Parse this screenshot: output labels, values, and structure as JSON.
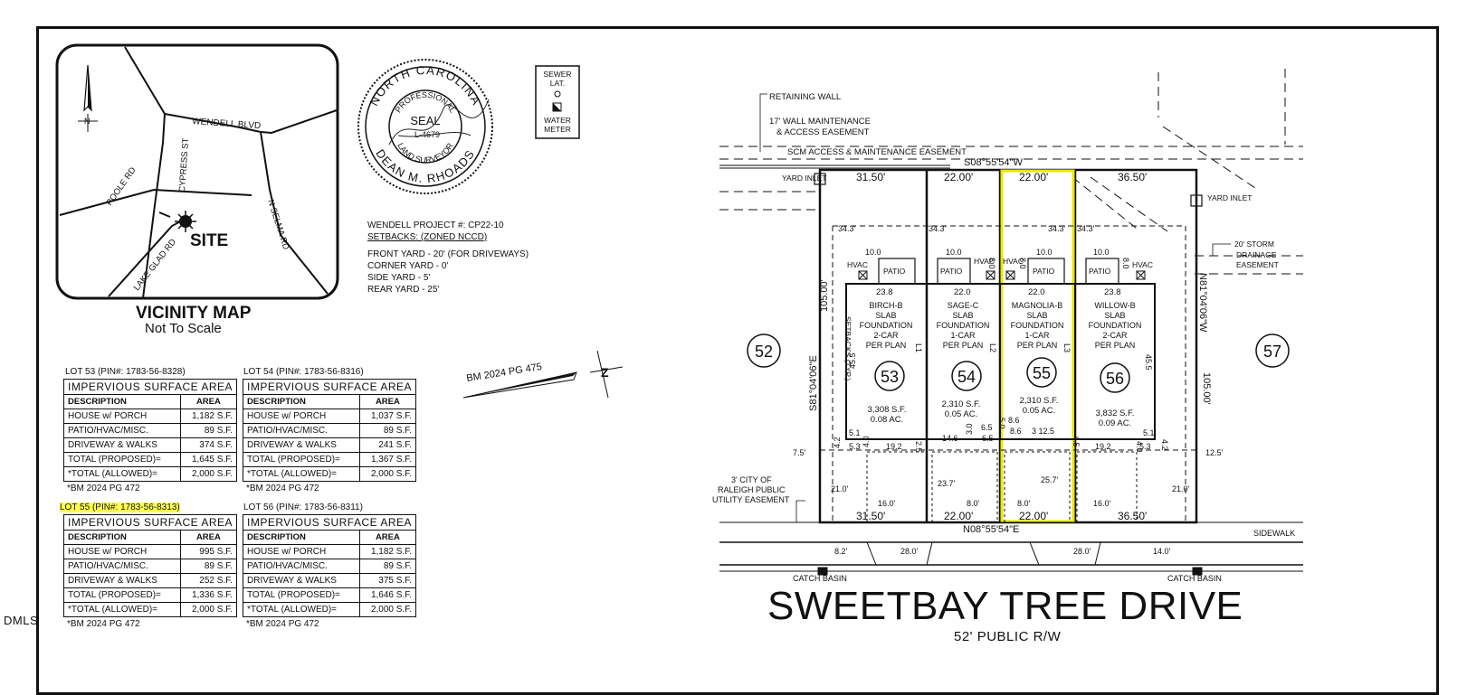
{
  "vicinity_map": {
    "roads": [
      "WENDELL BLVD",
      "POOLE RD",
      "CYPRESS ST",
      "N SELMA RD",
      "LAKE GLAD RD"
    ],
    "site_label": "SITE",
    "north_symbol": "N",
    "title": "VICINITY MAP",
    "subtitle": "Not To Scale"
  },
  "seal": {
    "ring_top": "NORTH CAROLINA",
    "ring_bottom": "DEAN M. RHOADS",
    "inner_top": "PROFESSIONAL",
    "center": "SEAL",
    "number": "L-4679",
    "inner_bottom": "LAND SURVEYOR"
  },
  "legend": {
    "sewer": "SEWER",
    "lat": "LAT.",
    "water": "WATER",
    "meter": "METER"
  },
  "project": {
    "project_number": "WENDELL PROJECT #: CP22-10",
    "setbacks_title": "SETBACKS: (ZONED NCCD)",
    "front": "FRONT YARD - 20' (FOR DRIVEWAYS)",
    "corner": "CORNER YARD - 0'",
    "side": "SIDE YARD - 5'",
    "rear": "REAR YARD - 25'"
  },
  "bm_label": "BM 2024 PG 475",
  "tables": [
    {
      "caption": "LOT 53 (PIN#: 1783-56-8328)",
      "title": "IMPERVIOUS SURFACE AREA",
      "col_desc": "DESCRIPTION",
      "col_area": "AREA",
      "rows": [
        [
          "HOUSE w/ PORCH",
          "1,182 S.F."
        ],
        [
          "PATIO/HVAC/MISC.",
          "89 S.F."
        ],
        [
          "DRIVEWAY & WALKS",
          "374 S.F."
        ]
      ],
      "totals": [
        [
          "TOTAL (PROPOSED)=",
          "1,645 S.F."
        ],
        [
          "*TOTAL (ALLOWED)=",
          "2,000 S.F."
        ]
      ],
      "footnote": "*BM 2024 PG 472",
      "highlight": false
    },
    {
      "caption": "LOT 54 (PIN#: 1783-56-8316)",
      "title": "IMPERVIOUS SURFACE AREA",
      "col_desc": "DESCRIPTION",
      "col_area": "AREA",
      "rows": [
        [
          "HOUSE w/ PORCH",
          "1,037 S.F."
        ],
        [
          "PATIO/HVAC/MISC.",
          "89 S.F."
        ],
        [
          "DRIVEWAY & WALKS",
          "241 S.F."
        ]
      ],
      "totals": [
        [
          "TOTAL (PROPOSED)=",
          "1,367 S.F."
        ],
        [
          "*TOTAL (ALLOWED)=",
          "2,000 S.F."
        ]
      ],
      "footnote": "*BM 2024 PG 472",
      "highlight": false
    },
    {
      "caption": "LOT 55 (PIN#: 1783-56-8313)",
      "title": "IMPERVIOUS SURFACE AREA",
      "col_desc": "DESCRIPTION",
      "col_area": "AREA",
      "rows": [
        [
          "HOUSE w/ PORCH",
          "995 S.F."
        ],
        [
          "PATIO/HVAC/MISC.",
          "89 S.F."
        ],
        [
          "DRIVEWAY & WALKS",
          "252 S.F."
        ]
      ],
      "totals": [
        [
          "TOTAL (PROPOSED)=",
          "1,336 S.F."
        ],
        [
          "*TOTAL (ALLOWED)=",
          "2,000 S.F."
        ]
      ],
      "footnote": "*BM 2024 PG 472",
      "highlight": true
    },
    {
      "caption": "LOT 56 (PIN#: 1783-56-8311)",
      "title": "IMPERVIOUS SURFACE AREA",
      "col_desc": "DESCRIPTION",
      "col_area": "AREA",
      "rows": [
        [
          "HOUSE w/ PORCH",
          "1,182 S.F."
        ],
        [
          "PATIO/HVAC/MISC.",
          "89 S.F."
        ],
        [
          "DRIVEWAY & WALKS",
          "375 S.F."
        ]
      ],
      "totals": [
        [
          "TOTAL (PROPOSED)=",
          "1,646 S.F."
        ],
        [
          "*TOTAL (ALLOWED)=",
          "2,000 S.F."
        ]
      ],
      "footnote": "*BM 2024 PG 472",
      "highlight": false
    }
  ],
  "plat": {
    "retaining_wall": "RETAINING WALL",
    "wall_easement_1": "17' WALL MAINTENANCE",
    "wall_easement_2": "& ACCESS EASEMENT",
    "scm_easement": "SCM ACCESS & MAINTENANCE EASEMENT",
    "rear_bearing": "S08°55'54\"W",
    "front_bearing": "N08°55'54\"E",
    "left_bearing": "S81°04'06\"E",
    "right_bearing": "N81°04'06\"W",
    "side_length": "105.00'",
    "yard_inlet": "YARD INLET",
    "storm_easement_1": "20' STORM",
    "storm_easement_2": "DRAINAGE",
    "storm_easement_3": "EASEMENT",
    "utility_easement_1": "3' CITY OF",
    "utility_easement_2": "RALEIGH PUBLIC",
    "utility_easement_3": "UTILITY EASEMENT",
    "setbacks_typ": "SETBACKS (TYP.)",
    "sidewalk": "SIDEWALK",
    "catch_basin": "CATCH BASIN",
    "street": "SWEETBAY TREE DRIVE",
    "right_of_way": "52' PUBLIC R/W",
    "neighbor_left": "52",
    "neighbor_right": "57",
    "lots": [
      {
        "num": "53",
        "plan": [
          "BIRCH-B",
          "SLAB",
          "FOUNDATION",
          "2-CAR",
          "PER PLAN"
        ],
        "area": "3,308 S.F.",
        "ac": "0.08 AC.",
        "rear": "31.50'",
        "front": "31.50'",
        "width": "23.8",
        "line": "L1"
      },
      {
        "num": "54",
        "plan": [
          "SAGE-C",
          "SLAB",
          "FOUNDATION",
          "1-CAR",
          "PER PLAN"
        ],
        "area": "2,310 S.F.",
        "ac": "0.05 AC.",
        "rear": "22.00'",
        "front": "22.00'",
        "width": "22.0",
        "line": "L2"
      },
      {
        "num": "55",
        "plan": [
          "MAGNOLIA-B",
          "SLAB",
          "FOUNDATION",
          "1-CAR",
          "PER PLAN"
        ],
        "area": "2,310 S.F.",
        "ac": "0.05 AC.",
        "rear": "22.00'",
        "front": "22.00'",
        "width": "22.0",
        "line": "L3"
      },
      {
        "num": "56",
        "plan": [
          "WILLOW-B",
          "SLAB",
          "FOUNDATION",
          "2-CAR",
          "PER PLAN"
        ],
        "area": "3,832 S.F.",
        "ac": "0.09 AC.",
        "rear": "36.50'",
        "front": "36.50'",
        "width": "23.8",
        "line": ""
      }
    ],
    "dims": {
      "d343": "34.3'",
      "d100": "10.0",
      "d455": "45.5",
      "d75": "7.5'",
      "d125": "12.5'",
      "d51": "5.1",
      "d53": "5.3",
      "d40": "4.0",
      "d42": "4.2",
      "d192": "19.2",
      "d25": "2.5",
      "d146": "14.6",
      "d30": "3.0",
      "d65": "6.5",
      "d86": "8.6",
      "d3125": "3 12.5",
      "d45": "4.5",
      "d210": "21.0'",
      "d160": "16.0'",
      "d237": "23.7'",
      "d80": "8.0'",
      "d257": "25.7'",
      "d82": "8.2'",
      "d280": "28.0'",
      "d140": "14.0'",
      "d50": "5.0",
      "d80b": "8.0"
    },
    "hvac": "HVAC",
    "patio": "PATIO"
  },
  "watermark": "DMLS"
}
